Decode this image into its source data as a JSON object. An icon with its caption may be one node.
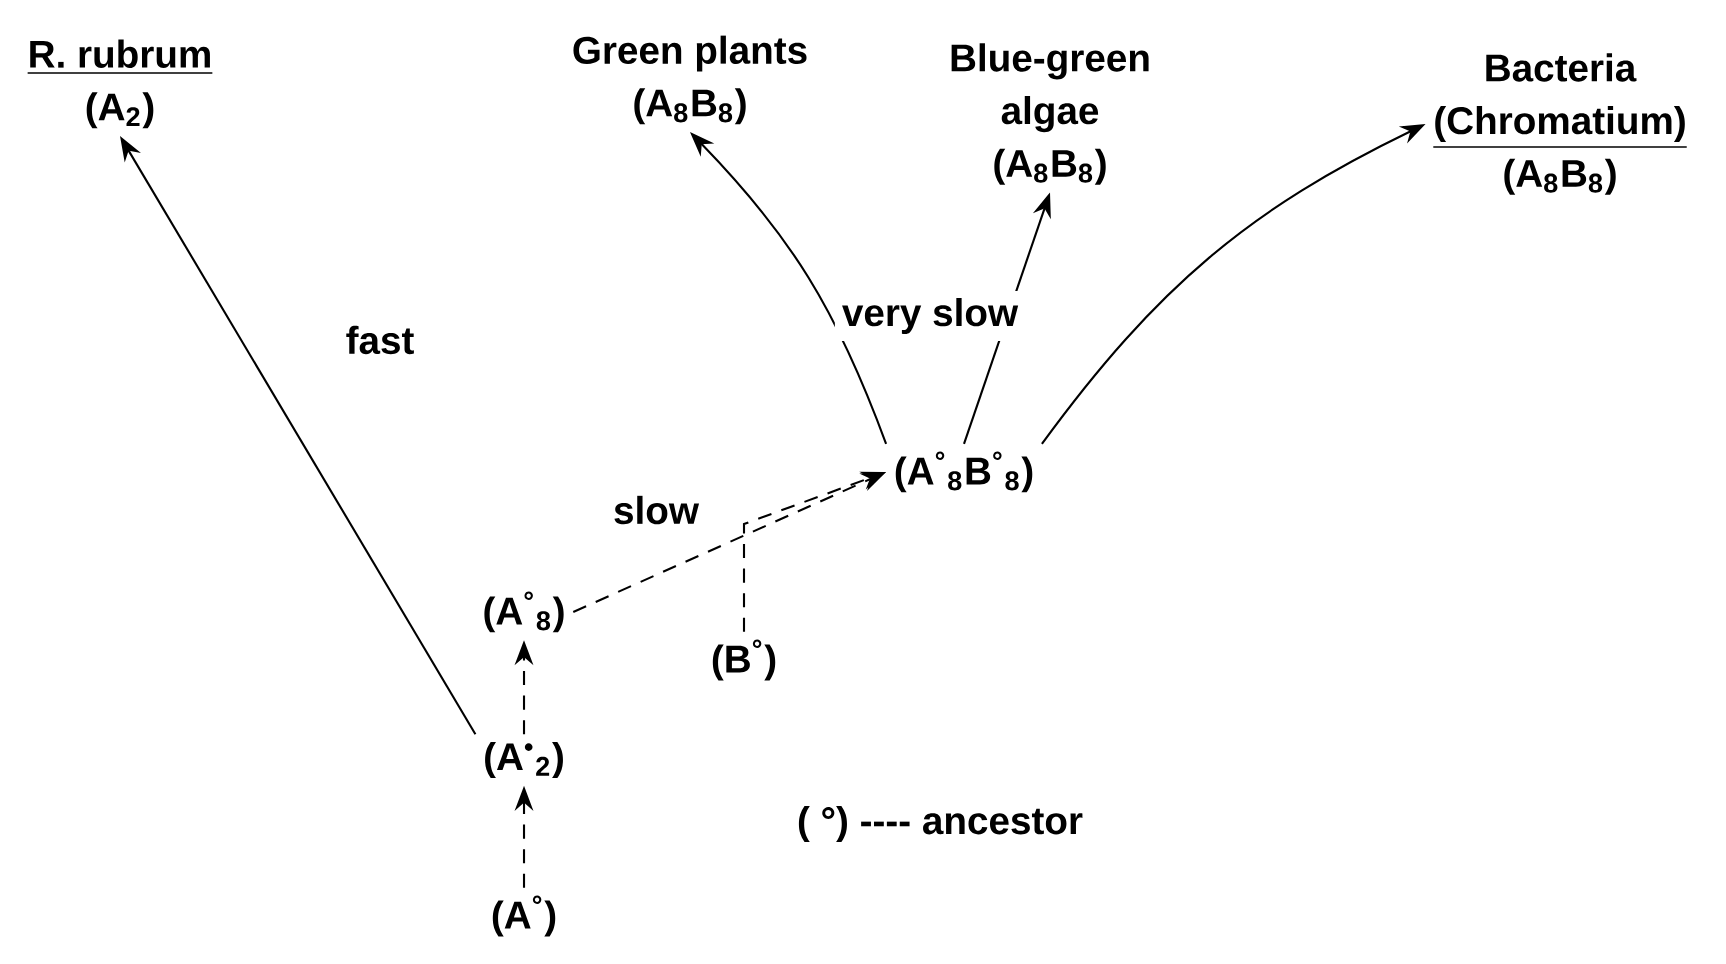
{
  "diagram": {
    "nodes": [
      {
        "text": [
          "R. rubrum",
          "(A$_{2}$)"
        ]
      },
      {
        "text": [
          "Green plants",
          "(A$_{8}$B$_{8}$)"
        ]
      },
      {
        "text": [
          "Blue-green algae",
          "(A$_{8}$B$_{8}$)"
        ]
      },
      {
        "text": [
          "Bacteria",
          "(Chromatium)",
          "(A$_{8}$B$_{8}$)"
        ]
      },
      {
        "text": [
          "(A$^{°}$$_{8}$B$^{°}$$_{8}$)"
        ]
      },
      {
        "text": [
          "(A$^{°}$$_{8}$)"
        ]
      },
      {
        "text": [
          "(B$^{°}$)"
        ]
      },
      {
        "text": [
          "(A$^{•}$$_{2}$)"
        ]
      },
      {
        "text": [
          "(A$^{°}$)"
        ]
      }
    ],
    "edges": [
      {
        "from": 8,
        "to": 7,
        "arrow": "to",
        "style": "dashed"
      },
      {
        "from": 7,
        "to": 5,
        "arrow": "to",
        "style": "dashed"
      },
      {
        "from": 7,
        "to": 0,
        "arrow": "to",
        "label": "fast"
      },
      {
        "from": 5,
        "to": 4,
        "arrow": "to",
        "style": "dashed",
        "label": "slow"
      },
      {
        "from": 6,
        "to": 4,
        "arrow": "to",
        "style": "dashed"
      },
      {
        "from": 4,
        "to": 1,
        "arrow": "to"
      },
      {
        "from": 4,
        "to": 2,
        "arrow": "to",
        "label": "very slow"
      },
      {
        "from": 4,
        "to": 3,
        "arrow": "to"
      }
    ],
    "labels": [
      "( °) ---- ancestor"
    ]
  }
}
